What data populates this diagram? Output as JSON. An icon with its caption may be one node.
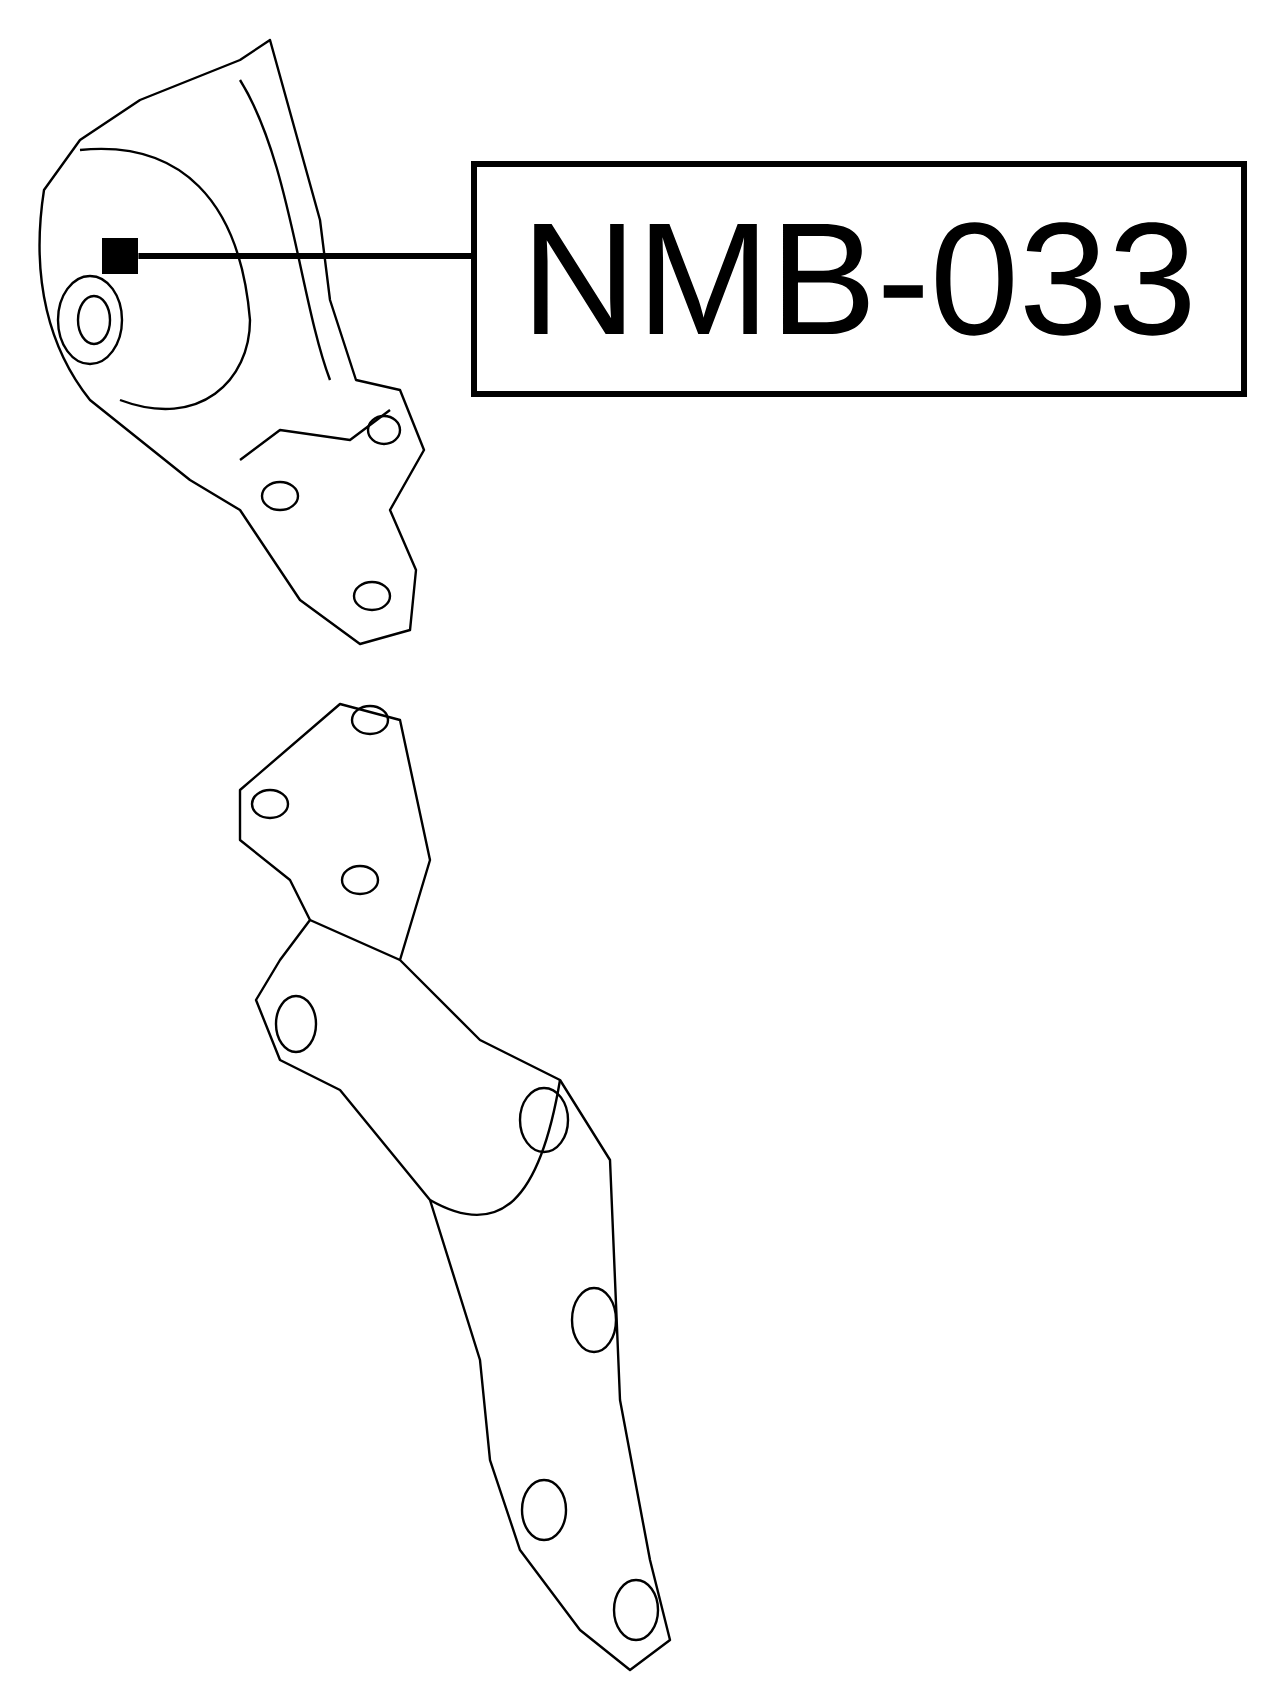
{
  "diagram": {
    "nodes": [
      {
        "text": [
          "NMB-033"
        ]
      },
      {
        "text": [],
        "shape": "box"
      }
    ],
    "edges": [
      {
        "from": 0,
        "to": 1,
        "arrow": "none"
      }
    ]
  }
}
